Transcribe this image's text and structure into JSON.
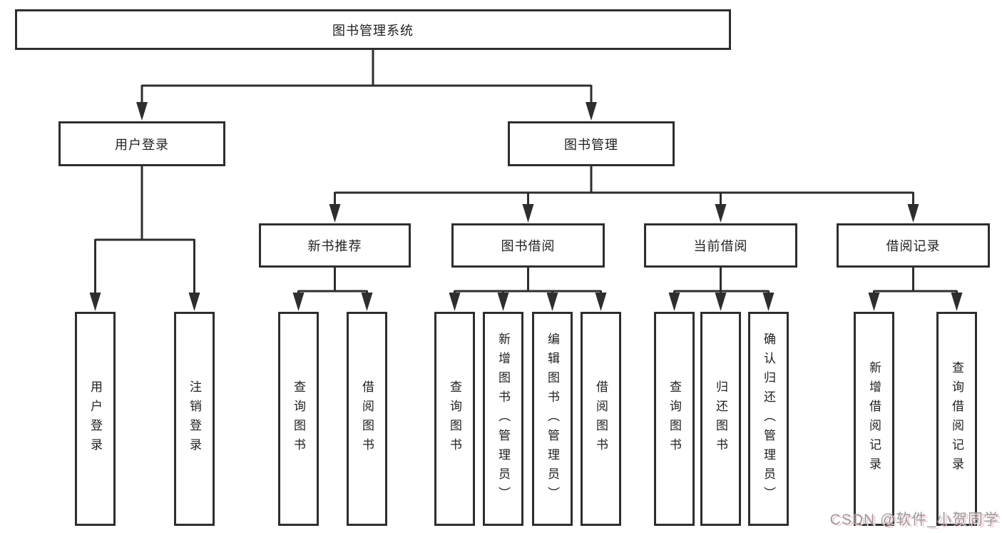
{
  "diagram_type": "hierarchy-tree",
  "title": "图书管理系统",
  "colors": {
    "background": "#ffffff",
    "line": "#2e2e2e",
    "box_border": "#2e2e2e",
    "text": "#1f1f1f",
    "watermark_gray": "#9c9c9c",
    "watermark_pink": "#f5cbd3"
  },
  "nodes": {
    "root": {
      "label": "图书管理系统"
    },
    "level1": [
      {
        "label": "用户登录"
      },
      {
        "label": "图书管理"
      }
    ],
    "level2": [
      {
        "label": "新书推荐"
      },
      {
        "label": "图书借阅"
      },
      {
        "label": "当前借阅"
      },
      {
        "label": "借阅记录"
      }
    ],
    "leaves": [
      {
        "label": "用户登录"
      },
      {
        "label": "注销登录"
      },
      {
        "label": "查询图书"
      },
      {
        "label": "借阅图书"
      },
      {
        "label": "查询图书"
      },
      {
        "label": "新增图书（管理员）"
      },
      {
        "label": "编辑图书（管理员）"
      },
      {
        "label": "借阅图书"
      },
      {
        "label": "查询图书"
      },
      {
        "label": "归还图书"
      },
      {
        "label": "确认归还（管理员）"
      },
      {
        "label": "新增借阅记录"
      },
      {
        "label": "查询借阅记录"
      }
    ]
  },
  "edges": [
    {
      "from": "图书管理系统",
      "to": [
        "用户登录",
        "图书管理"
      ]
    },
    {
      "from": "用户登录",
      "to": [
        "用户登录",
        "注销登录"
      ]
    },
    {
      "from": "图书管理",
      "to": [
        "新书推荐",
        "图书借阅",
        "当前借阅",
        "借阅记录"
      ]
    },
    {
      "from": "新书推荐",
      "to": [
        "查询图书",
        "借阅图书"
      ]
    },
    {
      "from": "图书借阅",
      "to": [
        "查询图书",
        "新增图书（管理员）",
        "编辑图书（管理员）",
        "借阅图书"
      ]
    },
    {
      "from": "当前借阅",
      "to": [
        "查询图书",
        "归还图书",
        "确认归还（管理员）"
      ]
    },
    {
      "from": "借阅记录",
      "to": [
        "新增借阅记录",
        "查询借阅记录"
      ]
    }
  ],
  "watermark": {
    "text": "CSDN @软件_小贺同学"
  }
}
